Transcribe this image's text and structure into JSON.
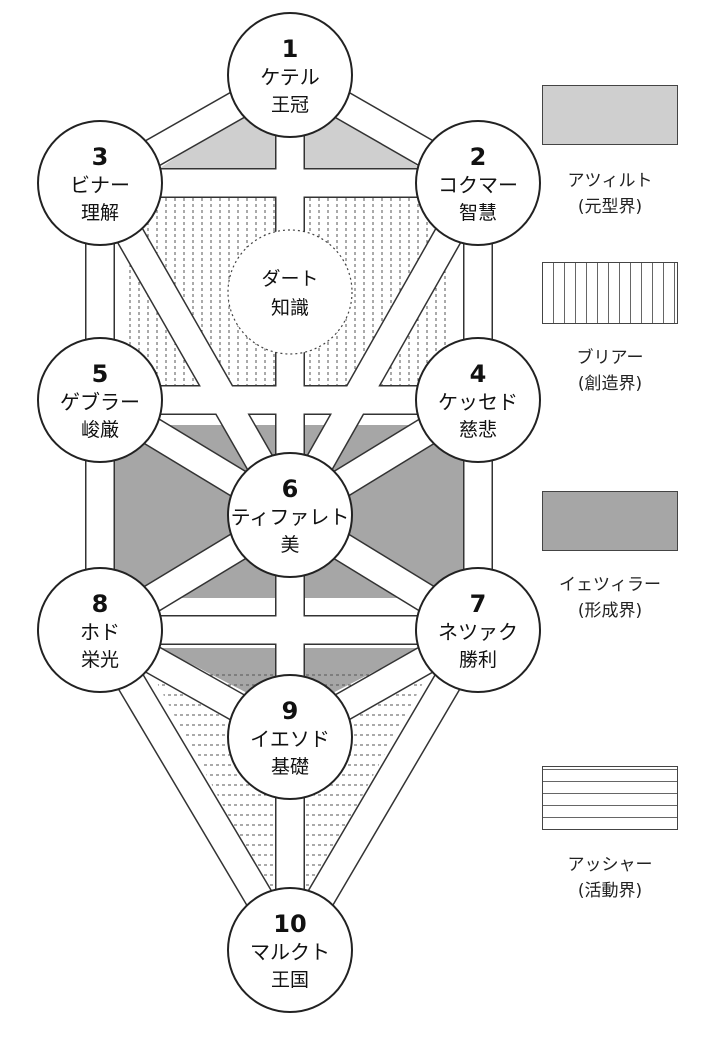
{
  "sephiroth": [
    {
      "id": "s1",
      "number": "1",
      "name": "ケテル",
      "meaning": "王冠"
    },
    {
      "id": "s2",
      "number": "2",
      "name": "コクマー",
      "meaning": "智慧"
    },
    {
      "id": "s3",
      "number": "3",
      "name": "ビナー",
      "meaning": "理解"
    },
    {
      "id": "s4",
      "number": "4",
      "name": "ケッセド",
      "meaning": "慈悲"
    },
    {
      "id": "s5",
      "number": "5",
      "name": "ゲブラー",
      "meaning": "峻厳"
    },
    {
      "id": "s6",
      "number": "6",
      "name": "ティファレト",
      "meaning": "美"
    },
    {
      "id": "s7",
      "number": "7",
      "name": "ネツァク",
      "meaning": "勝利"
    },
    {
      "id": "s8",
      "number": "8",
      "name": "ホド",
      "meaning": "栄光"
    },
    {
      "id": "s9",
      "number": "9",
      "name": "イエソド",
      "meaning": "基礎"
    },
    {
      "id": "s10",
      "number": "10",
      "name": "マルクト",
      "meaning": "王国"
    }
  ],
  "daath": {
    "name": "ダート",
    "meaning": "知識"
  },
  "legend": [
    {
      "id": "atziluth",
      "name": "アツィルト",
      "world": "(元型界)"
    },
    {
      "id": "briah",
      "name": "ブリアー",
      "world": "(創造界)"
    },
    {
      "id": "yetzirah",
      "name": "イェツィラー",
      "world": "(形成界)"
    },
    {
      "id": "assiah",
      "name": "アッシャー",
      "world": "(活動界)"
    }
  ],
  "colors": {
    "atziluth_fill": "#cfcfcf",
    "yetzirah_fill": "#a6a6a6",
    "line": "#333333",
    "path_fill": "#ffffff"
  }
}
